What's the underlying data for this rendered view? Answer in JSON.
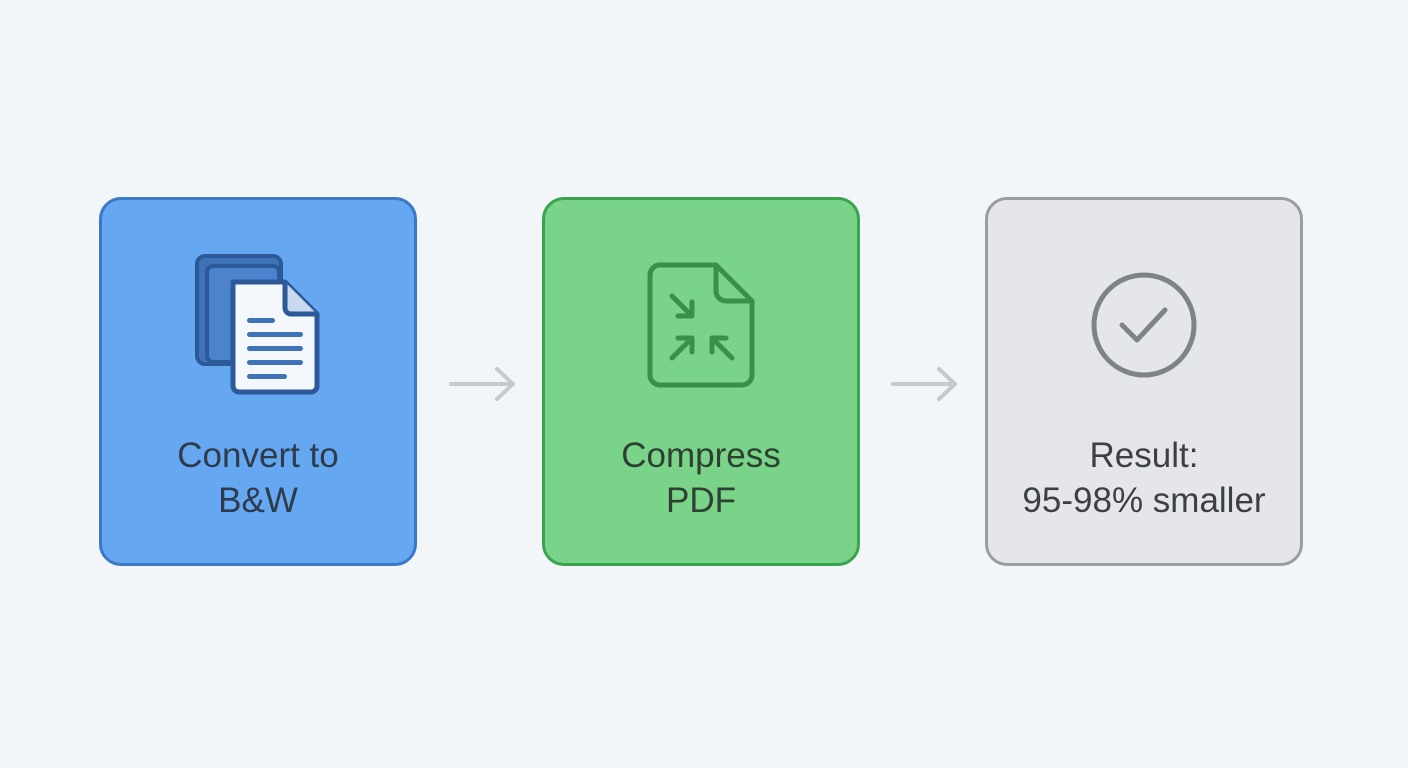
{
  "steps": [
    {
      "id": "convert",
      "label_lines": [
        "Convert to",
        "B&W"
      ],
      "icon": "documents-icon",
      "fill": "#65a8f1",
      "border": "#3a78c8"
    },
    {
      "id": "compress",
      "label_lines": [
        "Compress",
        "PDF"
      ],
      "icon": "compress-file-icon",
      "fill": "#79d48a",
      "border": "#3aa34e"
    },
    {
      "id": "result",
      "label_lines": [
        "Result:",
        "95-98% smaller"
      ],
      "icon": "check-circle-icon",
      "fill": "#e4e6ea",
      "border": "#9a9ea4"
    }
  ],
  "connectors": [
    {
      "from": "convert",
      "to": "compress",
      "icon": "arrow-right-icon"
    },
    {
      "from": "compress",
      "to": "result",
      "icon": "arrow-right-icon"
    }
  ],
  "colors": {
    "background": "#f2f6f8",
    "arrow": "#c6cacf"
  }
}
